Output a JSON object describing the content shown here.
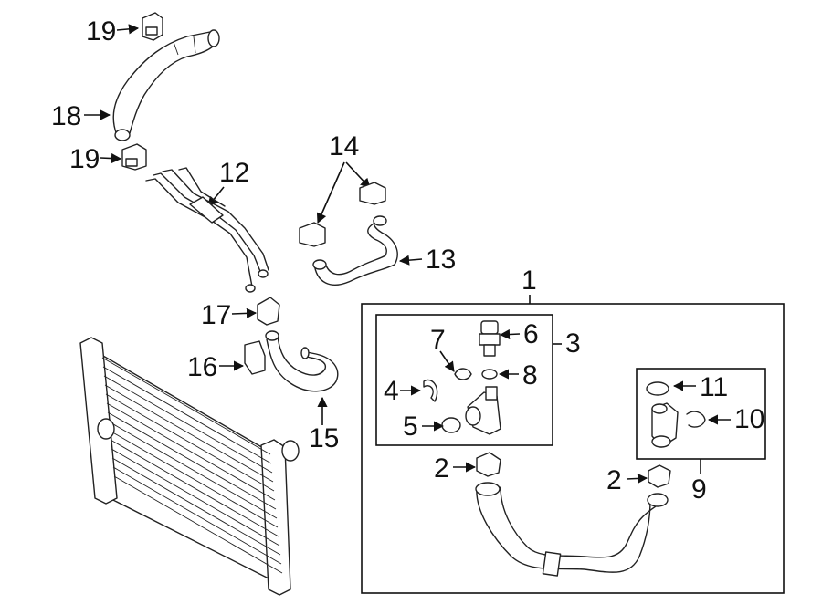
{
  "callouts": {
    "c1": "1",
    "c2a": "2",
    "c2b": "2",
    "c3": "3",
    "c4": "4",
    "c5": "5",
    "c6": "6",
    "c7": "7",
    "c8": "8",
    "c9": "9",
    "c10": "10",
    "c11": "11",
    "c12": "12",
    "c13": "13",
    "c14": "14",
    "c15": "15",
    "c16": "16",
    "c17": "17",
    "c18": "18",
    "c19a": "19",
    "c19b": "19"
  }
}
